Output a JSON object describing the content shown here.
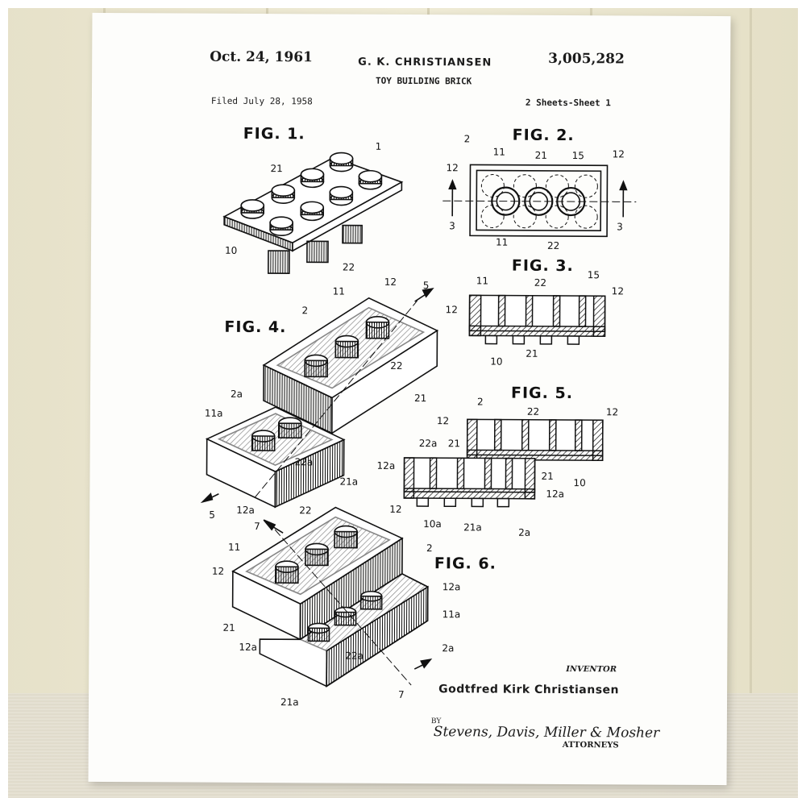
{
  "header": {
    "date": "Oct. 24, 1961",
    "inventor": "G. K. CHRISTIANSEN",
    "patent_number": "3,005,282",
    "title": "TOY BUILDING BRICK",
    "filed": "Filed July 28, 1958",
    "sheets": "2 Sheets-Sheet 1"
  },
  "figures": {
    "fig1": "FIG. 1.",
    "fig2": "FIG. 2.",
    "fig3": "FIG. 3.",
    "fig4": "FIG. 4.",
    "fig5": "FIG. 5.",
    "fig6": "FIG. 6."
  },
  "labels": {
    "fig1": [
      "1",
      "21",
      "10",
      "22"
    ],
    "fig2": [
      "2",
      "11",
      "21",
      "15",
      "12",
      "12",
      "3",
      "3",
      "11",
      "22"
    ],
    "fig3": [
      "11",
      "22",
      "15",
      "12",
      "12",
      "10",
      "21"
    ],
    "fig4": [
      "12",
      "5",
      "11",
      "2",
      "22",
      "21",
      "2a",
      "11a",
      "22a",
      "21a",
      "12a",
      "5"
    ],
    "fig5": [
      "2",
      "22",
      "12",
      "12",
      "22a",
      "21",
      "12a",
      "21",
      "10",
      "12a",
      "10a",
      "21a",
      "2a"
    ],
    "fig6": [
      "22",
      "12",
      "7",
      "2",
      "11",
      "12",
      "12a",
      "11a",
      "21",
      "12a",
      "22a",
      "2a",
      "7",
      "21a"
    ]
  },
  "footer": {
    "inventor_label": "INVENTOR",
    "inventor_name": "Godtfred Kirk Christiansen",
    "by": "BY",
    "attorneys_signature": "Stevens, Davis, Miller & Mosher",
    "attorneys_label": "ATTORNEYS"
  },
  "colors": {
    "ink": "#111111",
    "paper": "#fdfdfb",
    "wall": "#ebe7d0"
  }
}
